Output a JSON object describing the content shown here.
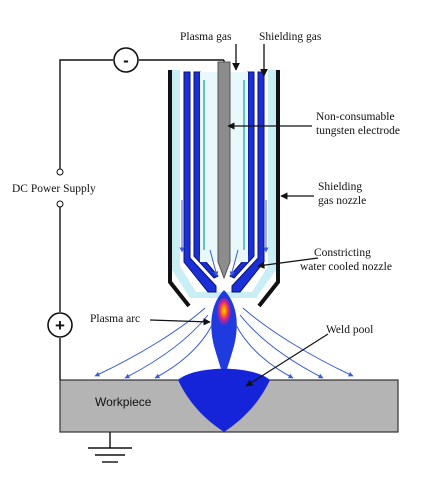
{
  "labels": {
    "plasma_gas": "Plasma gas",
    "shielding_gas": "Shielding gas",
    "electrode_line1": "Non-consumable",
    "electrode_line2": "tungsten electrode",
    "nozzle_line1": "Shielding",
    "nozzle_line2": "gas nozzle",
    "constricting_line1": "Constricting",
    "constricting_line2": "water cooled nozzle",
    "power_supply": "DC Power Supply",
    "plasma_arc": "Plasma arc",
    "weld_pool": "Weld pool",
    "workpiece": "Workpiece"
  },
  "terminals": {
    "negative": "-",
    "positive": "+"
  },
  "colors": {
    "outer_nozzle": "#111111",
    "shield_gas_channel": "#c9eef6",
    "constricting_nozzle": "#1a2fd6",
    "electrode": "#8c8c8c",
    "plasma_arc": "#1f3be0",
    "arc_core": "#ffe200",
    "arc_hot": "#d6208c",
    "weld_pool": "#1624d9",
    "workpiece": "#b4b4b4",
    "gas_flow": "#3a5ad8"
  }
}
